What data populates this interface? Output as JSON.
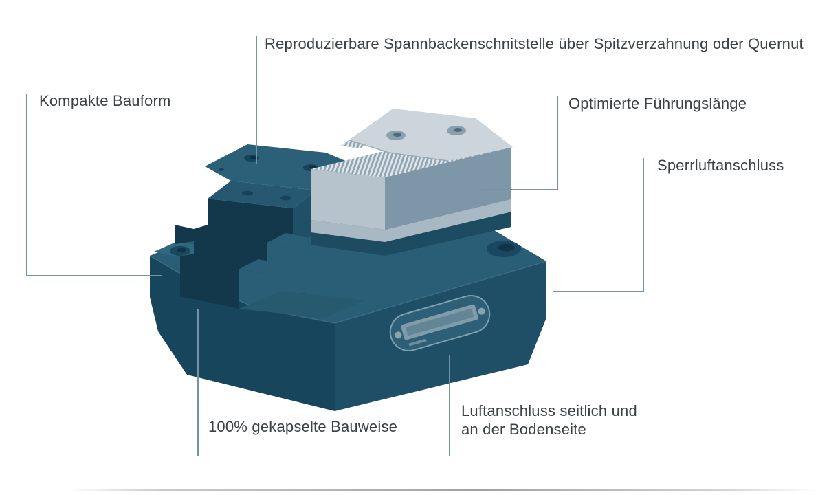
{
  "canvas": {
    "background": "#ffffff"
  },
  "callouts": [
    {
      "id": "jaw-interface",
      "text": "Reproduzierbare Spannbackenschnitstelle über Spitzverzahnung oder Quernut"
    },
    {
      "id": "compact-design",
      "text": "Kompakte Bauform"
    },
    {
      "id": "guide-length",
      "text": "Optimierte Führungslänge"
    },
    {
      "id": "sealing-air",
      "text": "Sperrluftanschluss"
    },
    {
      "id": "encapsulated",
      "text": "100% gekapselte Bauweise"
    },
    {
      "id": "air-connection",
      "text": "Luftanschluss seitlich und\nan der Bodenseite"
    }
  ],
  "illustration": {
    "subject": "compact centric clamping vise, 3D rendering",
    "body_color": "#1e4f66",
    "body_top_color": "#2a5e77",
    "body_shadow_color": "#16455c",
    "jaw_top_color": "#ccd5db",
    "jaw_face_color": "#b6c3cc",
    "jaw_side_color": "#7e97a8",
    "callout_line_color": "#7493a6",
    "label_text_color": "#3c4145"
  }
}
